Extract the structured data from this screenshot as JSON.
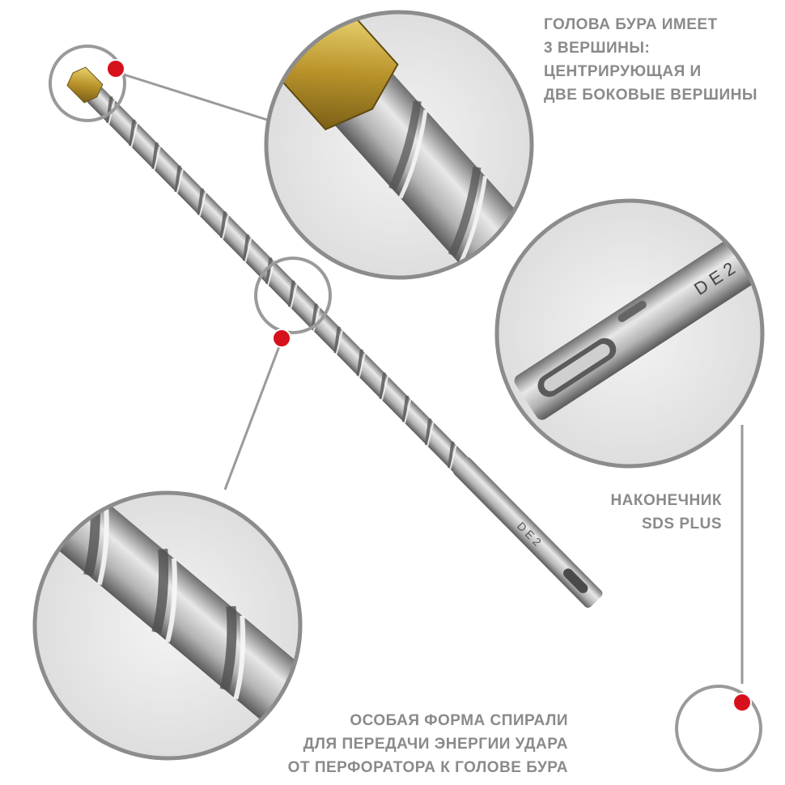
{
  "captions": {
    "head": {
      "lines": [
        "ГОЛОВА БУРА ИМЕЕТ",
        "3 ВЕРШИНЫ:",
        "ЦЕНТРИРУЮЩАЯ И",
        "ДВЕ БОКОВЫЕ ВЕРШИНЫ"
      ]
    },
    "sds": {
      "lines": [
        "НАКОНЕЧНИК",
        "SDS PLUS"
      ]
    },
    "spiral": {
      "lines": [
        "ОСОБАЯ ФОРМА СПИРАЛИ",
        "ДЛЯ ПЕРЕДАЧИ ЭНЕРГИИ УДАРА",
        "ОТ ПЕРФОРАТОРА К ГОЛОВЕ БУРА"
      ]
    }
  },
  "shank_marking": "D E 2",
  "colors": {
    "marker": "#d7111b",
    "ring": "#8c8c8c",
    "caption": "#8a8a8a",
    "carbide": "#c9a93a",
    "steel": "#b8b8b8"
  },
  "icons": [
    "callout-marker-icon"
  ]
}
